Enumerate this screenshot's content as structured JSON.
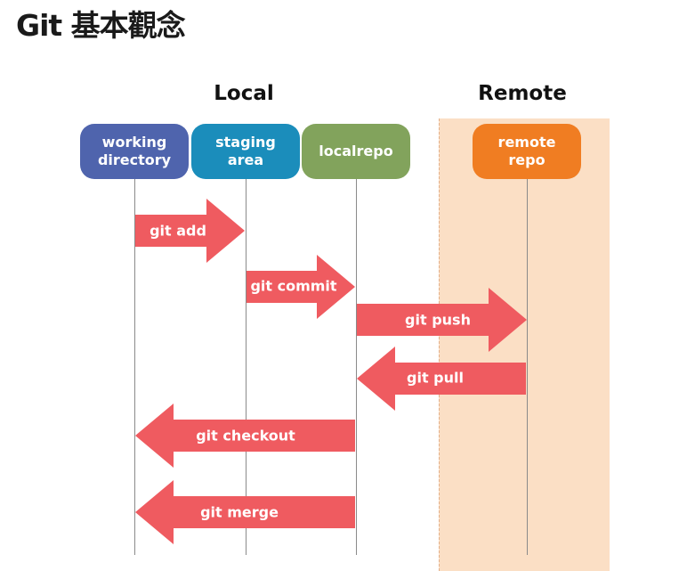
{
  "title": "Git 基本觀念",
  "sections": {
    "local": "Local",
    "remote": "Remote"
  },
  "colors": {
    "working": "#4f64ad",
    "staging": "#1b8dbb",
    "localrepo": "#82a35c",
    "remote": "#f07d22",
    "arrow": "#ef5b60",
    "remote_bg": "#fbdfc5"
  },
  "nodes": [
    {
      "id": "working",
      "label": "working\ndirectory"
    },
    {
      "id": "staging",
      "label": "staging\narea"
    },
    {
      "id": "localrepo",
      "label": "localrepo"
    },
    {
      "id": "remote",
      "label": "remote\nrepo"
    }
  ],
  "arrows": [
    {
      "label": "git add",
      "from": "working",
      "to": "staging"
    },
    {
      "label": "git commit",
      "from": "staging",
      "to": "localrepo"
    },
    {
      "label": "git push",
      "from": "localrepo",
      "to": "remote"
    },
    {
      "label": "git pull",
      "from": "remote",
      "to": "localrepo"
    },
    {
      "label": "git checkout",
      "from": "localrepo",
      "to": "working"
    },
    {
      "label": "git merge",
      "from": "localrepo",
      "to": "working"
    }
  ]
}
